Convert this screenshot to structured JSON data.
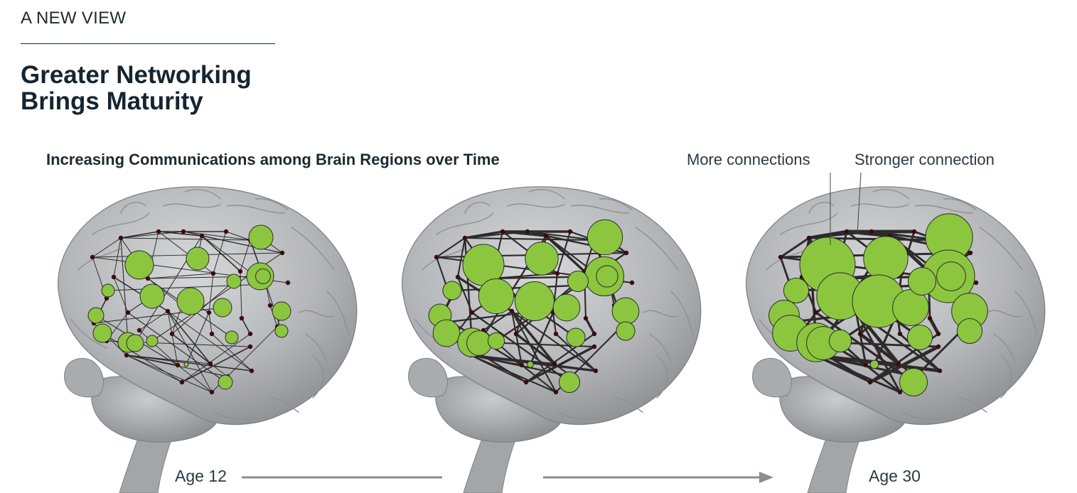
{
  "header": {
    "kicker": "A NEW VIEW",
    "title_line1": "Greater Networking",
    "title_line2": "Brings Maturity"
  },
  "figure": {
    "subtitle": "Increasing Communications among Brain Regions over Time",
    "callouts": {
      "more_connections": "More connections",
      "stronger_connection": "Stronger connection"
    },
    "timeline": {
      "start_label": "Age 12",
      "end_label": "Age 30"
    },
    "colors": {
      "brain": "#b9bbbd",
      "brain_shadow": "#8e9194",
      "node_fill": "#8cc63f",
      "node_stroke": "#2b2b2b",
      "hub_dot": "#3a0d0d",
      "edge": "#2e2a2b",
      "arrow": "#8a8c8e"
    },
    "panels": [
      "age-12-brain",
      "intermediate-brain",
      "age-30-brain"
    ]
  }
}
